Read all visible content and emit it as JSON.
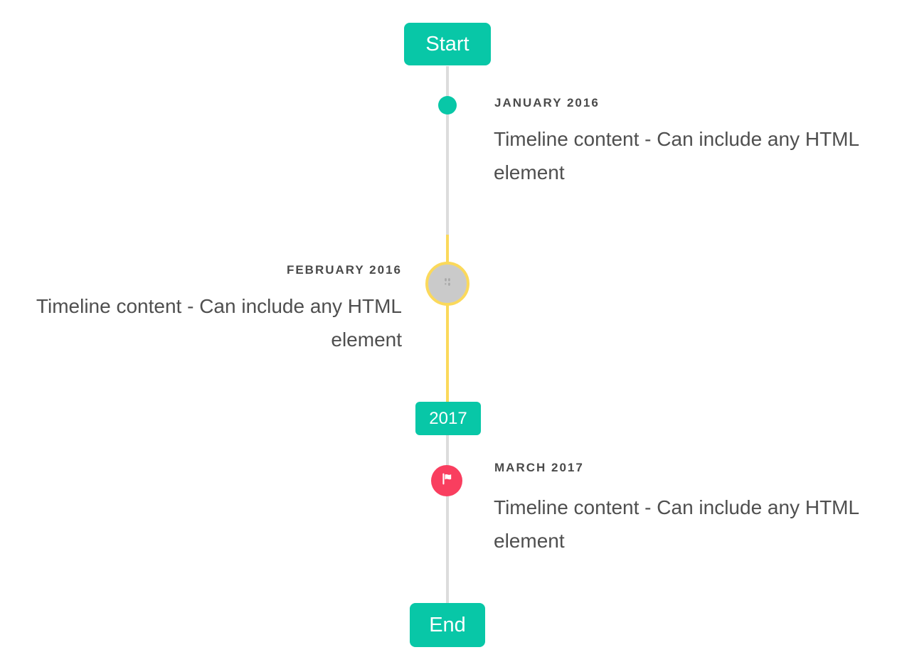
{
  "timeline": {
    "start_button": "Start",
    "end_button": "End",
    "year_badge": "2017",
    "events": [
      {
        "date_label": "JANUARY 2016",
        "content": "Timeline content - Can include any HTML element",
        "side": "right",
        "marker": "teal-dot"
      },
      {
        "date_label": "FEBRUARY 2016",
        "content": "Timeline content - Can include any HTML element",
        "side": "left",
        "marker": "highlighted-circle-with-broken-image"
      },
      {
        "date_label": "MARCH 2017",
        "content": "Timeline content - Can include any HTML element",
        "side": "right",
        "marker": "red-flag-circle"
      }
    ],
    "colors": {
      "accent": "#08C7A7",
      "highlight": "#FBD95B",
      "danger": "#F93E5F",
      "line": "#DCDCDC",
      "marker-fill": "#CACACA",
      "label": "#4A4A4A",
      "content": "#4F4F4F"
    }
  }
}
